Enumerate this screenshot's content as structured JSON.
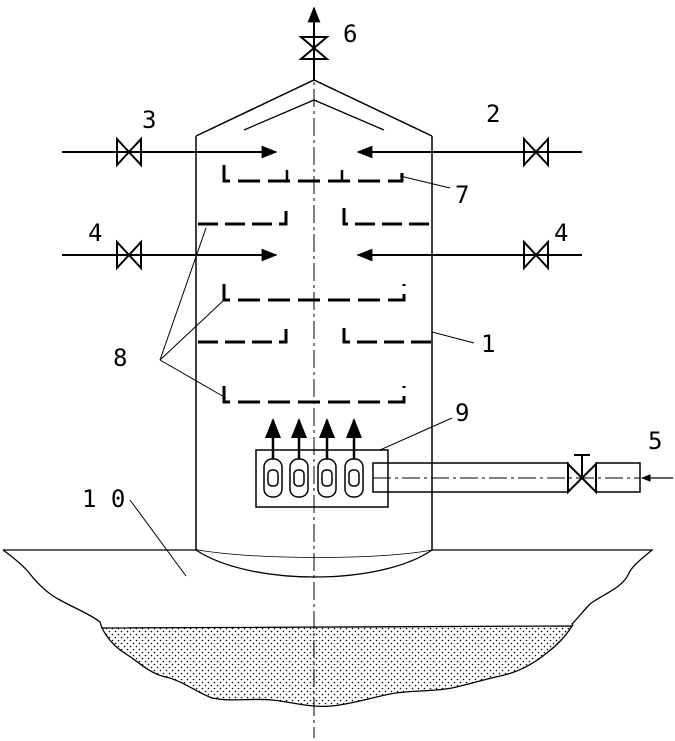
{
  "labels": {
    "l1": "1",
    "l2": "2",
    "l3": "3",
    "l4a": "4",
    "l4b": "4",
    "l5": "5",
    "l6": "6",
    "l7": "7",
    "l8": "8",
    "l9": "9",
    "l10": "1 0"
  },
  "colors": {
    "line": "#000000",
    "background": "#ffffff"
  },
  "icons": [
    "valve-icon",
    "arrow-icon",
    "nozzle-icon"
  ]
}
